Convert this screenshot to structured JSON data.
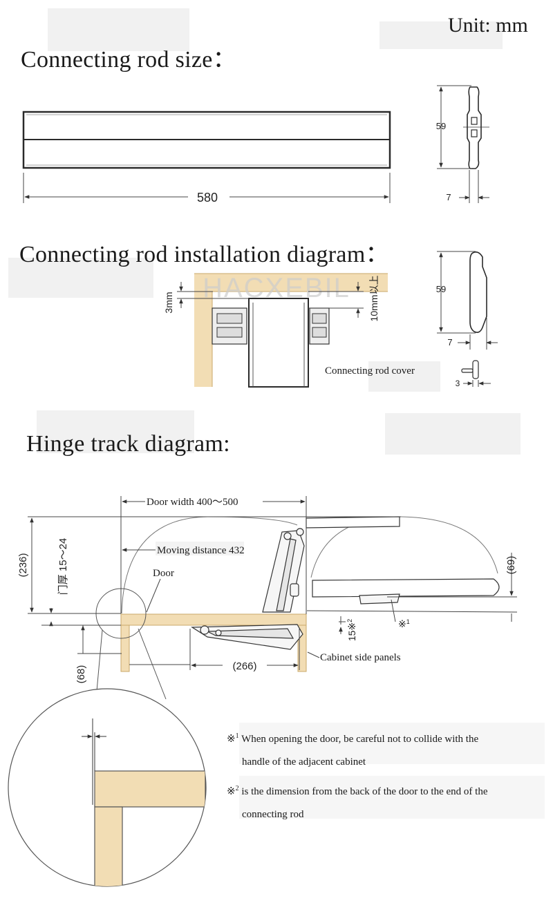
{
  "header": {
    "unit_label": "Unit: mm"
  },
  "rod_size": {
    "title": "Connecting rod size：",
    "length": "580",
    "height": "59",
    "thickness": "7"
  },
  "installation": {
    "title": "Connecting rod installation diagram：",
    "gap": "3mm",
    "clearance": "10mm以上",
    "watermark": "HACXEBIL",
    "cover_height": "59",
    "cover_thickness": "7",
    "cover_label": "Connecting rod cover",
    "cover_dim": "3"
  },
  "hinge": {
    "title": "Hinge track diagram:",
    "door_width": "Door width 400～500",
    "moving_distance": "Moving distance 432",
    "door_label": "Door",
    "dim_236": "(236)",
    "door_thickness": "门厚 15～24",
    "dim_69": "(69)",
    "dim_15": "15※",
    "dim_15_sup": "2",
    "mark1": "※",
    "mark1_sup": "1",
    "dim_266": "(266)",
    "dim_68": "(68)",
    "cabinet_label": "Cabinet side panels"
  },
  "notes": {
    "note1_mark": "※",
    "note1_sup": "1",
    "note1_line1": "When opening the door, be careful not to collide with the",
    "note1_line2": "handle of the adjacent cabinet",
    "note2_mark": "※",
    "note2_sup": "2",
    "note2_line1": "is the dimension from the back of the door to the end of the",
    "note2_line2": "connecting rod"
  },
  "colors": {
    "wood": "#f2ddb4",
    "wood_edge": "#c9a86a",
    "line": "#333333"
  }
}
